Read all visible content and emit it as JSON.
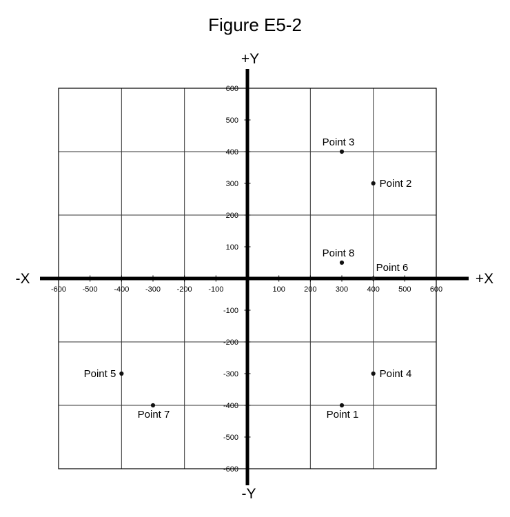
{
  "chart_data": {
    "type": "scatter",
    "title": "Figure E5-2",
    "axis_end_labels": {
      "x_positive": "+X",
      "x_negative": "-X",
      "y_positive": "+Y",
      "y_negative": "-Y"
    },
    "x_range": [
      -600,
      600
    ],
    "y_range": [
      -600,
      600
    ],
    "tick_step": 100,
    "grid_step": 200,
    "grid": true,
    "x_tick_labels": [
      "-600",
      "-500",
      "-400",
      "-300",
      "-200",
      "-100",
      "100",
      "200",
      "300",
      "400",
      "500",
      "600"
    ],
    "y_tick_labels": [
      "600",
      "500",
      "400",
      "300",
      "200",
      "100",
      "-100",
      "-200",
      "-300",
      "-400",
      "-500",
      "-600"
    ],
    "points": [
      {
        "name": "Point 1",
        "x": 300,
        "y": -400,
        "label_position": "below"
      },
      {
        "name": "Point 2",
        "x": 400,
        "y": 300,
        "label_position": "right"
      },
      {
        "name": "Point 3",
        "x": 300,
        "y": 400,
        "label_position": "above"
      },
      {
        "name": "Point 4",
        "x": 400,
        "y": -300,
        "label_position": "right"
      },
      {
        "name": "Point 5",
        "x": -400,
        "y": -300,
        "label_position": "left"
      },
      {
        "name": "Point 6",
        "x": 400,
        "y": 0,
        "label_position": "above-right"
      },
      {
        "name": "Point 7",
        "x": -300,
        "y": -400,
        "label_position": "below"
      },
      {
        "name": "Point 8",
        "x": 300,
        "y": 50,
        "label_position": "above"
      }
    ],
    "colors": {
      "background": "#ffffff",
      "axis": "#000000",
      "grid": "#333333",
      "border": "#000000",
      "point": "#111111",
      "text": "#000000"
    }
  }
}
